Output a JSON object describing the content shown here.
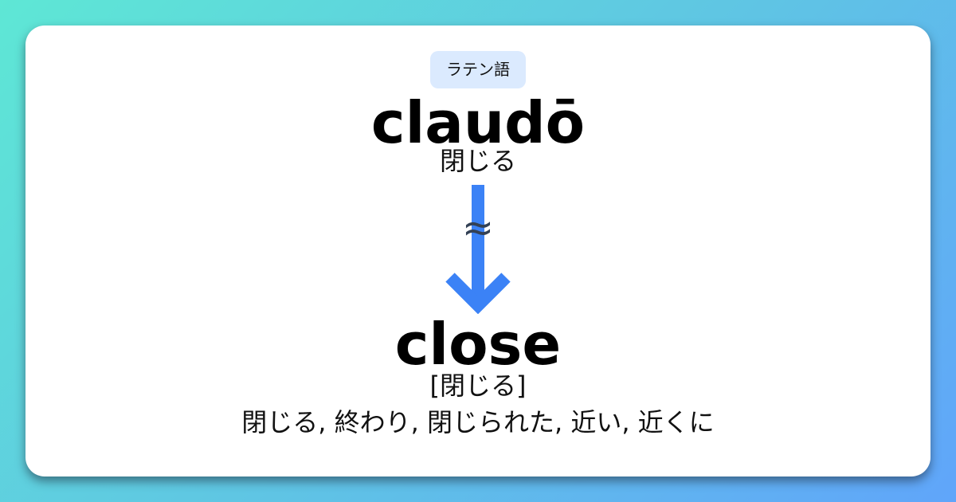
{
  "source": {
    "language_badge": "ラテン語",
    "word": "claudō",
    "gloss": "閉じる"
  },
  "relation": {
    "symbol": "≈",
    "arrow_color": "#3b82f6"
  },
  "target": {
    "word": "close",
    "bracket_gloss": "[閉じる]",
    "meanings": "閉じる, 終わり, 閉じられた, 近い, 近くに"
  },
  "colors": {
    "gradient_start": "#5ee7d5",
    "gradient_end": "#60a5fa",
    "badge_bg": "#dbeafe",
    "card_bg": "#ffffff"
  }
}
